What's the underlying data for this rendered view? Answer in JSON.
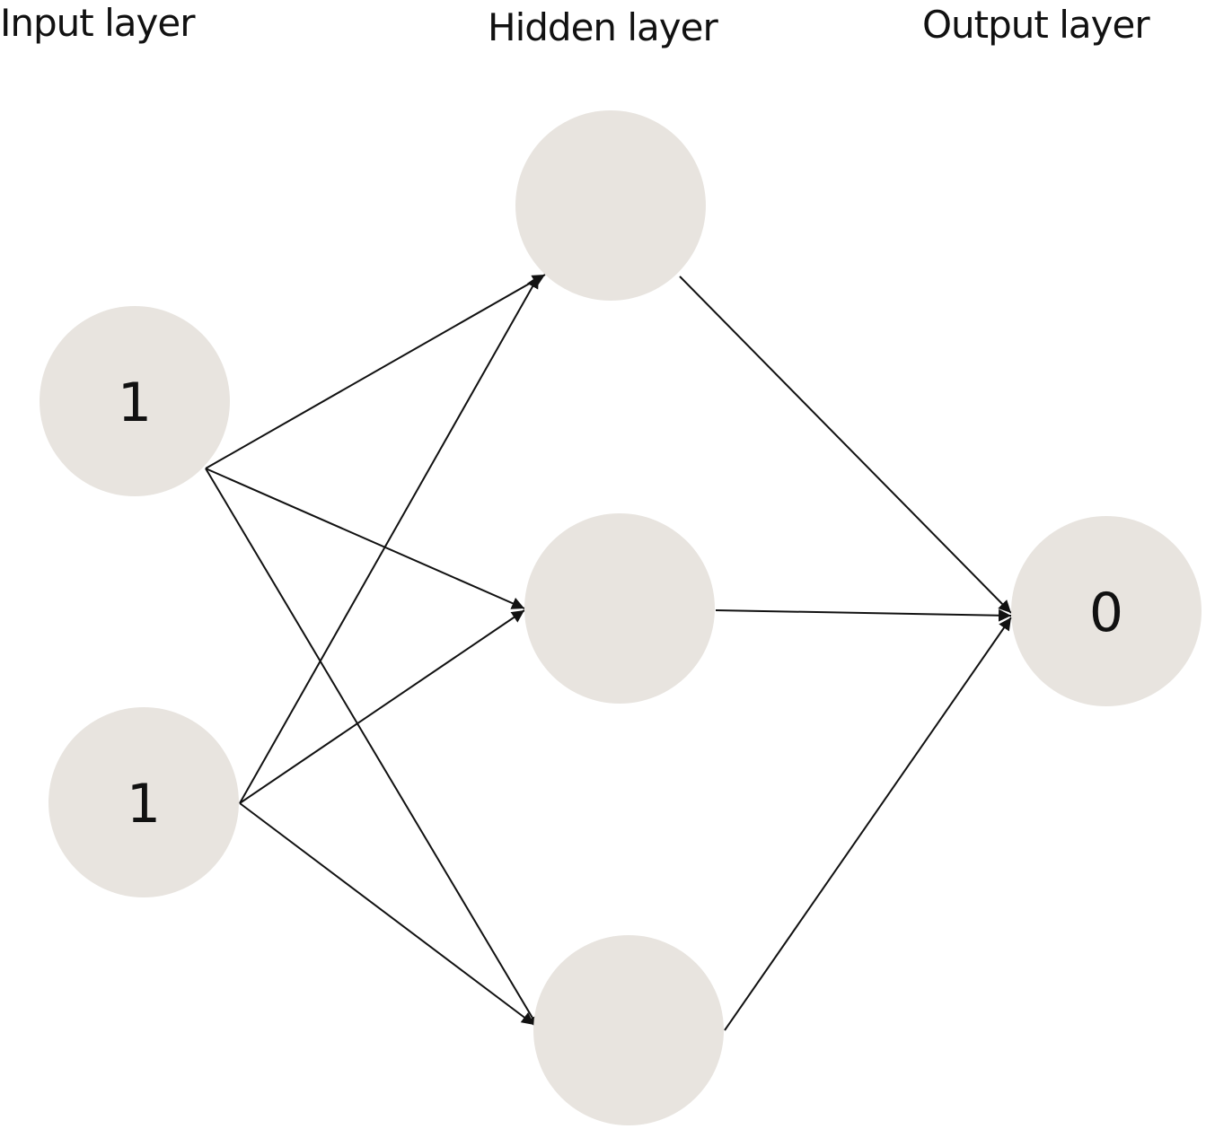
{
  "layers": {
    "input": {
      "label": "Input layer"
    },
    "hidden": {
      "label": "Hidden layer"
    },
    "output": {
      "label": "Output layer"
    }
  },
  "nodes": {
    "input_1": {
      "value": "1"
    },
    "input_2": {
      "value": "1"
    },
    "hidden_1": {
      "value": ""
    },
    "hidden_2": {
      "value": ""
    },
    "hidden_3": {
      "value": ""
    },
    "output_1": {
      "value": "0"
    }
  },
  "edges": [
    {
      "from": "input_1",
      "to": "hidden_1"
    },
    {
      "from": "input_1",
      "to": "hidden_2"
    },
    {
      "from": "input_1",
      "to": "hidden_3"
    },
    {
      "from": "input_2",
      "to": "hidden_1"
    },
    {
      "from": "input_2",
      "to": "hidden_2"
    },
    {
      "from": "input_2",
      "to": "hidden_3"
    },
    {
      "from": "hidden_1",
      "to": "output_1"
    },
    {
      "from": "hidden_2",
      "to": "output_1"
    },
    {
      "from": "hidden_3",
      "to": "output_1"
    }
  ],
  "colors": {
    "node_fill": "#e8e4df",
    "edge": "#111111",
    "text": "#111111"
  }
}
